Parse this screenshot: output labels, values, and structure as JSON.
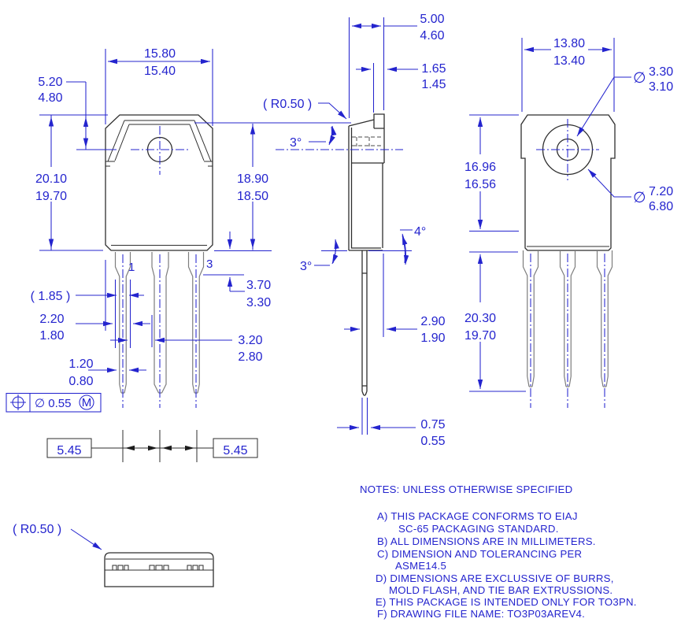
{
  "document": {
    "type": "mechanical package drawing",
    "package": "TO-3P",
    "colors": {
      "dimension_blue": "#2424ce",
      "outline_black": "#2e2e2e"
    }
  },
  "views": {
    "front": {
      "pin_labels": {
        "pin1": "1",
        "pin3": "3"
      },
      "dims": {
        "width": [
          "15.80",
          "15.40"
        ],
        "hole_offset": [
          "5.20",
          "4.80"
        ],
        "body_height": [
          "20.10",
          "19.70"
        ],
        "seat_height": [
          "18.90",
          "18.50"
        ],
        "lead_ref": "( 1.85 )",
        "shoulder_width": [
          "2.20",
          "1.80"
        ],
        "shoulder_length": [
          "3.70",
          "3.30"
        ],
        "lead_gap": [
          "3.20",
          "2.80"
        ],
        "lead_tip_width": [
          "1.20",
          "0.80"
        ],
        "pitch_left": "5.45",
        "pitch_right": "5.45"
      },
      "tolerance_frame": {
        "diameter_text": "∅ 0.55",
        "modifier": "M"
      }
    },
    "side": {
      "dims": {
        "thickness": [
          "5.00",
          "4.60"
        ],
        "tab_thickness": [
          "1.65",
          "1.45"
        ],
        "corner_radius": "( R0.50 )",
        "draft_top": "3°",
        "draft_bottom": "3°",
        "draft_back": "4°",
        "lead_offset": [
          "2.90",
          "1.90"
        ],
        "lead_tip_thickness": [
          "0.75",
          "0.55"
        ]
      }
    },
    "back": {
      "dims": {
        "tab_width": [
          "13.80",
          "13.40"
        ],
        "hole_diameter_symbol": "∅",
        "hole_diameter": [
          "3.30",
          "3.10"
        ],
        "pad_diameter_symbol": "∅",
        "pad_diameter": [
          "7.20",
          "6.80"
        ],
        "tab_height": [
          "16.96",
          "16.56"
        ],
        "lead_length": [
          "20.30",
          "19.70"
        ]
      }
    },
    "bottom": {
      "dims": {
        "corner_radius": "( R0.50 )"
      }
    }
  },
  "notes": {
    "title": "NOTES: UNLESS OTHERWISE SPECIFIED",
    "lines": [
      "A)  THIS PACKAGE CONFORMS TO EIAJ",
      "SC-65 PACKAGING STANDARD.",
      "B)  ALL DIMENSIONS ARE IN MILLIMETERS.",
      "C)  DIMENSION AND TOLERANCING PER",
      "ASME14.5",
      "D) DIMENSIONS ARE EXCLUSSIVE OF BURRS,",
      "MOLD FLASH, AND TIE BAR EXTRUSSIONS.",
      "E) THIS PACKAGE IS INTENDED ONLY FOR TO3PN.",
      "F)  DRAWING FILE NAME: TO3P03AREV4."
    ]
  }
}
